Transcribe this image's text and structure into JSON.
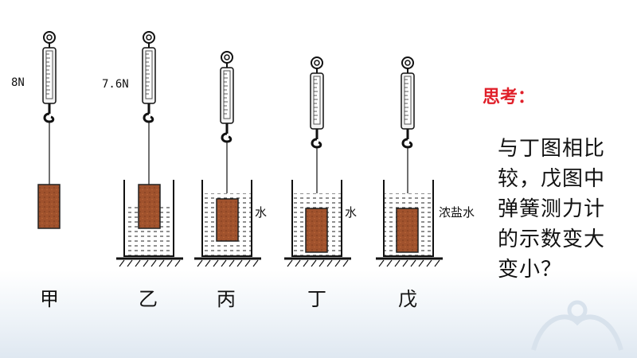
{
  "figures": [
    {
      "label": "甲",
      "reading": "8N",
      "liquid": ""
    },
    {
      "label": "乙",
      "reading": "7.6N",
      "liquid": ""
    },
    {
      "label": "丙",
      "reading": "",
      "liquid": "水"
    },
    {
      "label": "丁",
      "reading": "",
      "liquid": "水"
    },
    {
      "label": "戊",
      "reading": "",
      "liquid": "浓盐水"
    }
  ],
  "side_panel": {
    "title": "思考：",
    "question": "与丁图相比较，戊图中弹簧测力计的示数变大变小？"
  },
  "colors": {
    "accent": "#e0202a",
    "block": "#a0522d",
    "block_dark": "#6b3a1f"
  },
  "icons": [
    "spring-scale-icon",
    "hook-icon",
    "beaker-icon",
    "wooden-block-icon",
    "hatched-ground-icon"
  ]
}
